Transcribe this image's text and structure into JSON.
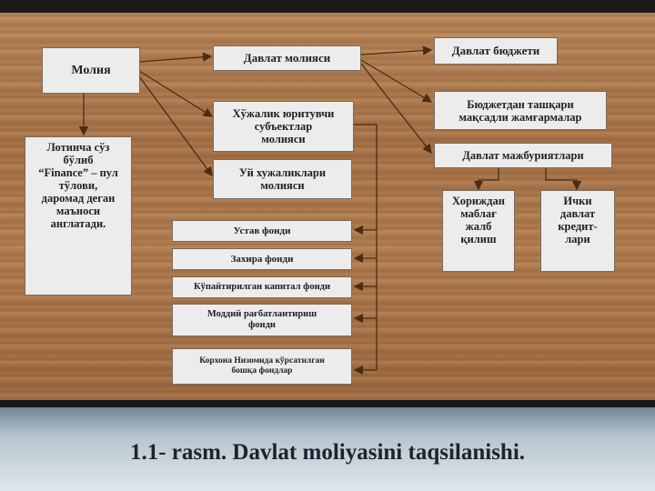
{
  "diagram": {
    "nodes": {
      "moliya": "Молия",
      "moliya_desc": "Лотинча сўз\nбўлиб\n“Finance” – пул\nтўлови,\nдаромад деган\nмаъноси\nанглатади.",
      "davlat_moliyasi": "Давлат молияси",
      "xojalik": "Хўжалик юритувчи\nсубъектлар\nмолияси",
      "uy_xojalik": "Уй хужаликлари\nмолияси",
      "davlat_budjeti": "Давлат бюджети",
      "budjetdan": "Бюджетдан ташқари\nмақсадли жамғармалар",
      "majburiyatlar": "Давлат мажбуриятлари",
      "xorijdan": "Хориждан\nмаблағ\nжалб\nқилиш",
      "ichki": "Ички\nдавлат\nкредит-\nлари",
      "ustav": "Устав фонди",
      "zaxira": "Захира фонди",
      "kupaytirilgan": "Кўпайтирилган капитал фонди",
      "moddiy": "Моддий рағбатлантириш\nфонди",
      "korxona": "Корхона Низомида кўрсатилган\nбошқа фондлар"
    }
  },
  "caption": "1.1- rasm. Davlat moliyasini taqsilanishi.",
  "colors": {
    "wood": "#a8744a",
    "box": "#ececec",
    "line": "#4a2c14",
    "caption_band": "#b7c6cf"
  }
}
